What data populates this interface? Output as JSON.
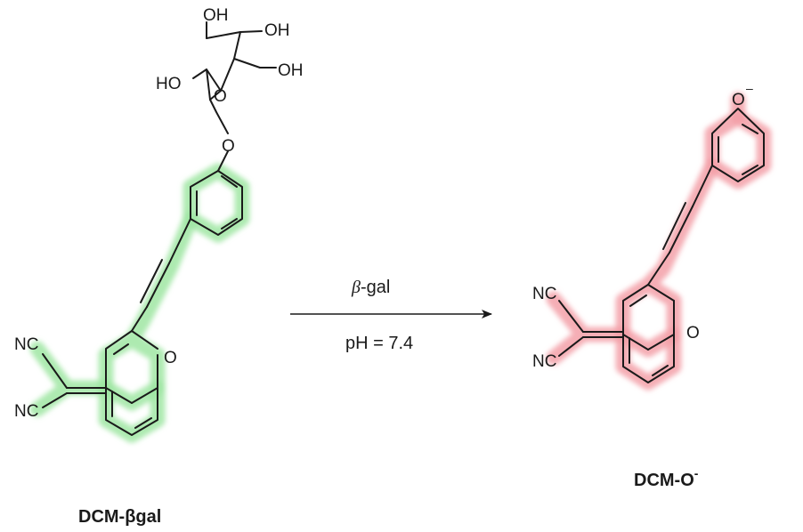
{
  "reactant": {
    "name": "DCM-βgal",
    "atoms": {
      "oh_top": "OH",
      "oh_right": "OH",
      "oh_ch2": "OH",
      "oh_left": "HO",
      "ring_o": "O",
      "glyco_o": "O",
      "pyran_o": "O",
      "nc_top": "NC",
      "nc_bottom": "NC"
    },
    "highlight_color": "#9fe6a2"
  },
  "reaction": {
    "enzyme": "β",
    "enzyme_suffix": "-gal",
    "condition": "pH = 7.4"
  },
  "product": {
    "name": "DCM-O",
    "name_superscript": "-",
    "atoms": {
      "phenoxide_o": "O",
      "phenoxide_charge": "–",
      "pyran_o": "O",
      "nc_top": "NC",
      "nc_bottom": "NC"
    },
    "highlight_color": "#f3a0a8"
  }
}
